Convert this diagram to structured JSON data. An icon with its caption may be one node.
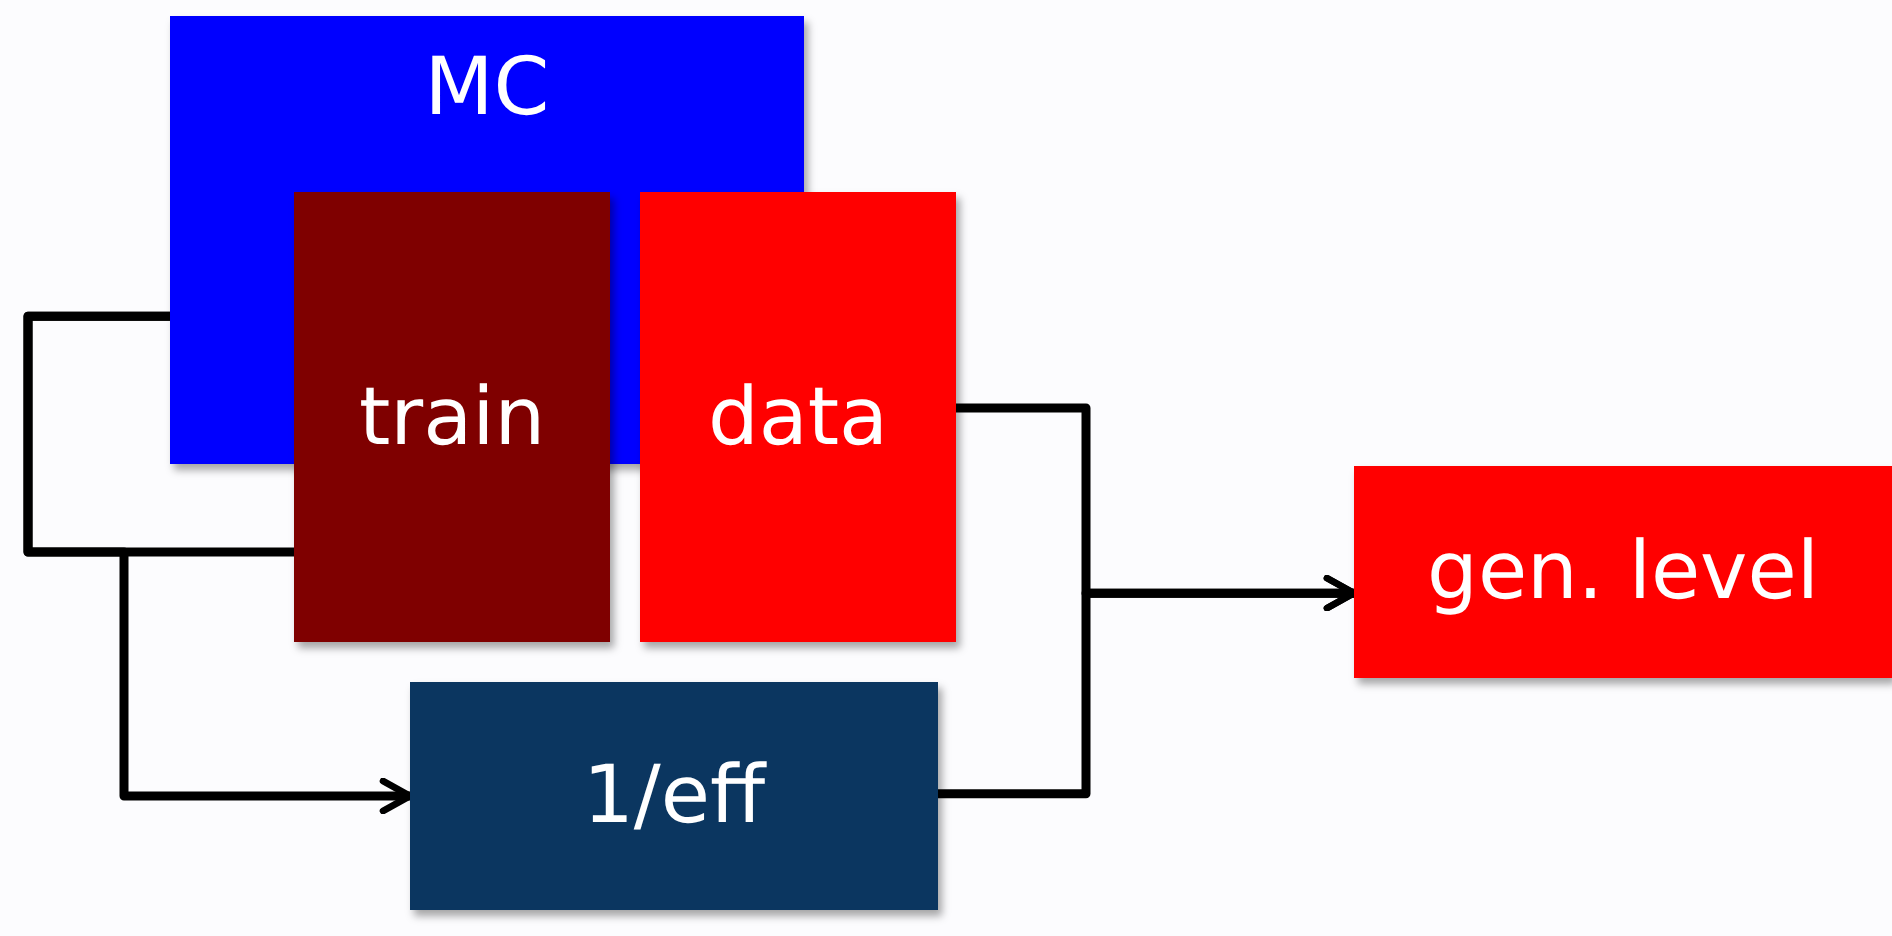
{
  "diagram": {
    "nodes": [
      {
        "text": [
          "MC"
        ]
      },
      {
        "text": [
          "train"
        ]
      },
      {
        "text": [
          "data"
        ]
      },
      {
        "text": [
          "gen. level"
        ]
      },
      {
        "text": [
          "1/eff"
        ]
      }
    ],
    "edges": [
      {
        "from": 0,
        "to": 1,
        "arrow": "none"
      },
      {
        "from": 0,
        "to": 4,
        "arrow": "to"
      },
      {
        "from": 2,
        "to": 3,
        "arrow": "to"
      },
      {
        "from": 4,
        "to": 3,
        "arrow": "to"
      }
    ]
  }
}
